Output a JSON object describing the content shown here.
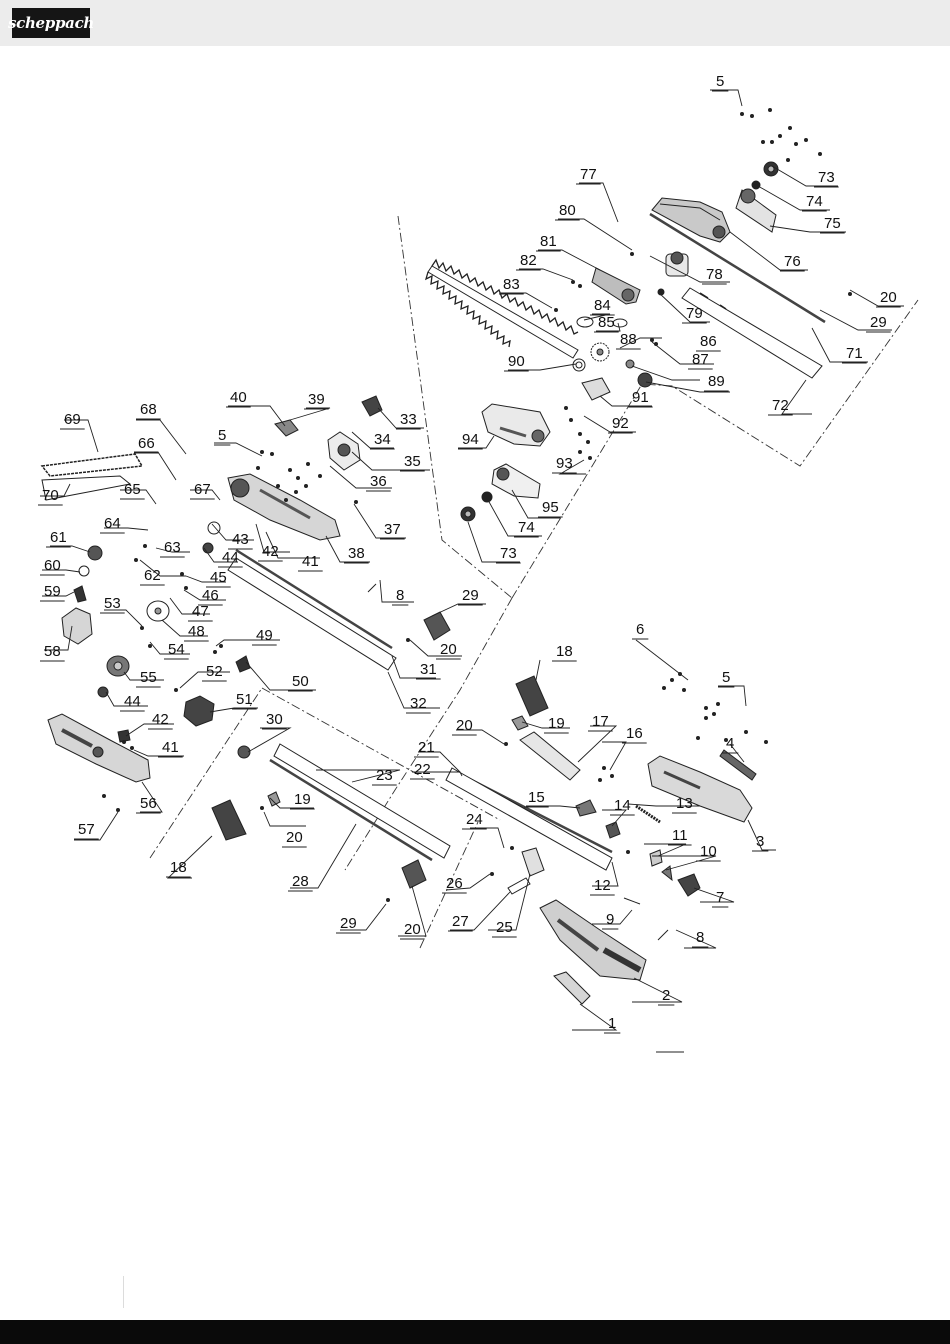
{
  "brand": {
    "logo_text": "scheppach"
  },
  "diagram": {
    "part_numbers": [
      "1",
      "2",
      "3",
      "4",
      "5",
      "5",
      "5",
      "6",
      "7",
      "8",
      "8",
      "9",
      "10",
      "11",
      "12",
      "13",
      "14",
      "15",
      "16",
      "17",
      "18",
      "18",
      "19",
      "19",
      "20",
      "20",
      "20",
      "20",
      "20",
      "21",
      "22",
      "23",
      "24",
      "25",
      "26",
      "27",
      "28",
      "29",
      "29",
      "29",
      "30",
      "31",
      "32",
      "33",
      "34",
      "35",
      "36",
      "37",
      "38",
      "39",
      "40",
      "41",
      "41",
      "42",
      "42",
      "43",
      "44",
      "44",
      "45",
      "46",
      "47",
      "48",
      "49",
      "50",
      "51",
      "52",
      "53",
      "54",
      "55",
      "56",
      "57",
      "58",
      "59",
      "60",
      "61",
      "62",
      "63",
      "64",
      "65",
      "66",
      "67",
      "68",
      "69",
      "70",
      "71",
      "72",
      "73",
      "73",
      "74",
      "74",
      "75",
      "76",
      "77",
      "78",
      "79",
      "80",
      "81",
      "82",
      "83",
      "84",
      "85",
      "86",
      "87",
      "88",
      "89",
      "90",
      "91",
      "92",
      "93",
      "94",
      "95"
    ]
  }
}
